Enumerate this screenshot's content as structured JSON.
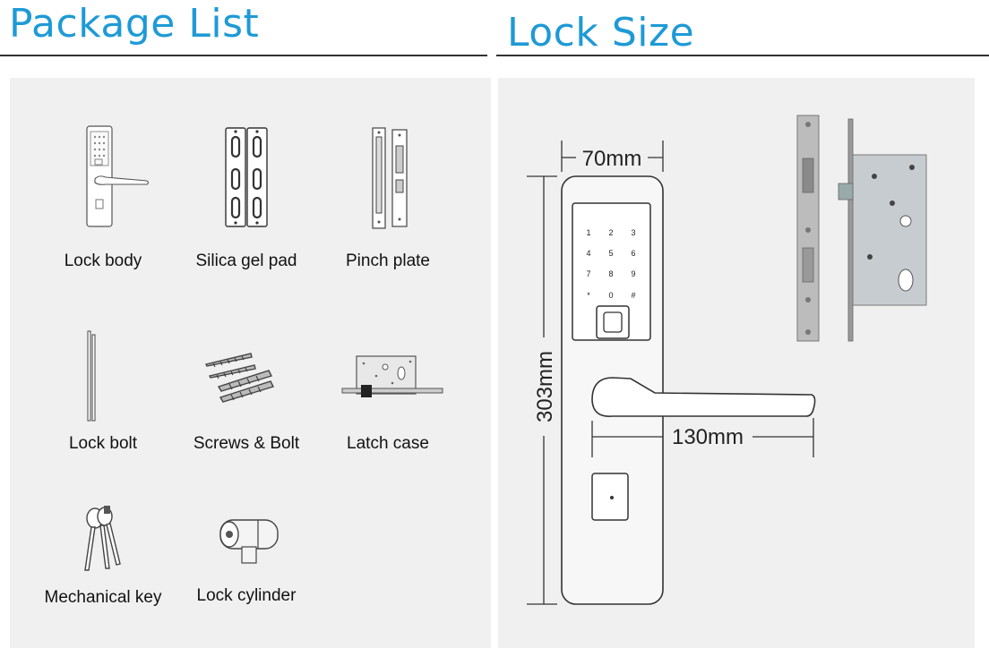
{
  "package_list": {
    "title": "Package List",
    "items": [
      {
        "label": "Lock body",
        "icon": "lock-body-icon"
      },
      {
        "label": "Silica gel pad",
        "icon": "silica-gel-pad-icon"
      },
      {
        "label": "Pinch plate",
        "icon": "pinch-plate-icon"
      },
      {
        "label": "Lock bolt",
        "icon": "lock-bolt-icon"
      },
      {
        "label": "Screws & Bolt",
        "icon": "screws-icon"
      },
      {
        "label": "Latch case",
        "icon": "latch-case-icon"
      },
      {
        "label": "Mechanical key",
        "icon": "key-icon"
      },
      {
        "label": "Lock cylinder",
        "icon": "lock-cylinder-icon"
      }
    ]
  },
  "lock_size": {
    "title": "Lock Size",
    "width": "70mm",
    "height": "303mm",
    "handle_length": "130mm",
    "keypad_keys": [
      "1",
      "2",
      "3",
      "4",
      "5",
      "6",
      "7",
      "8",
      "9",
      "*",
      "0",
      "#"
    ]
  },
  "colors": {
    "accent": "#1e9ad6",
    "panel": "#f0f0f0",
    "rule": "#333333"
  }
}
